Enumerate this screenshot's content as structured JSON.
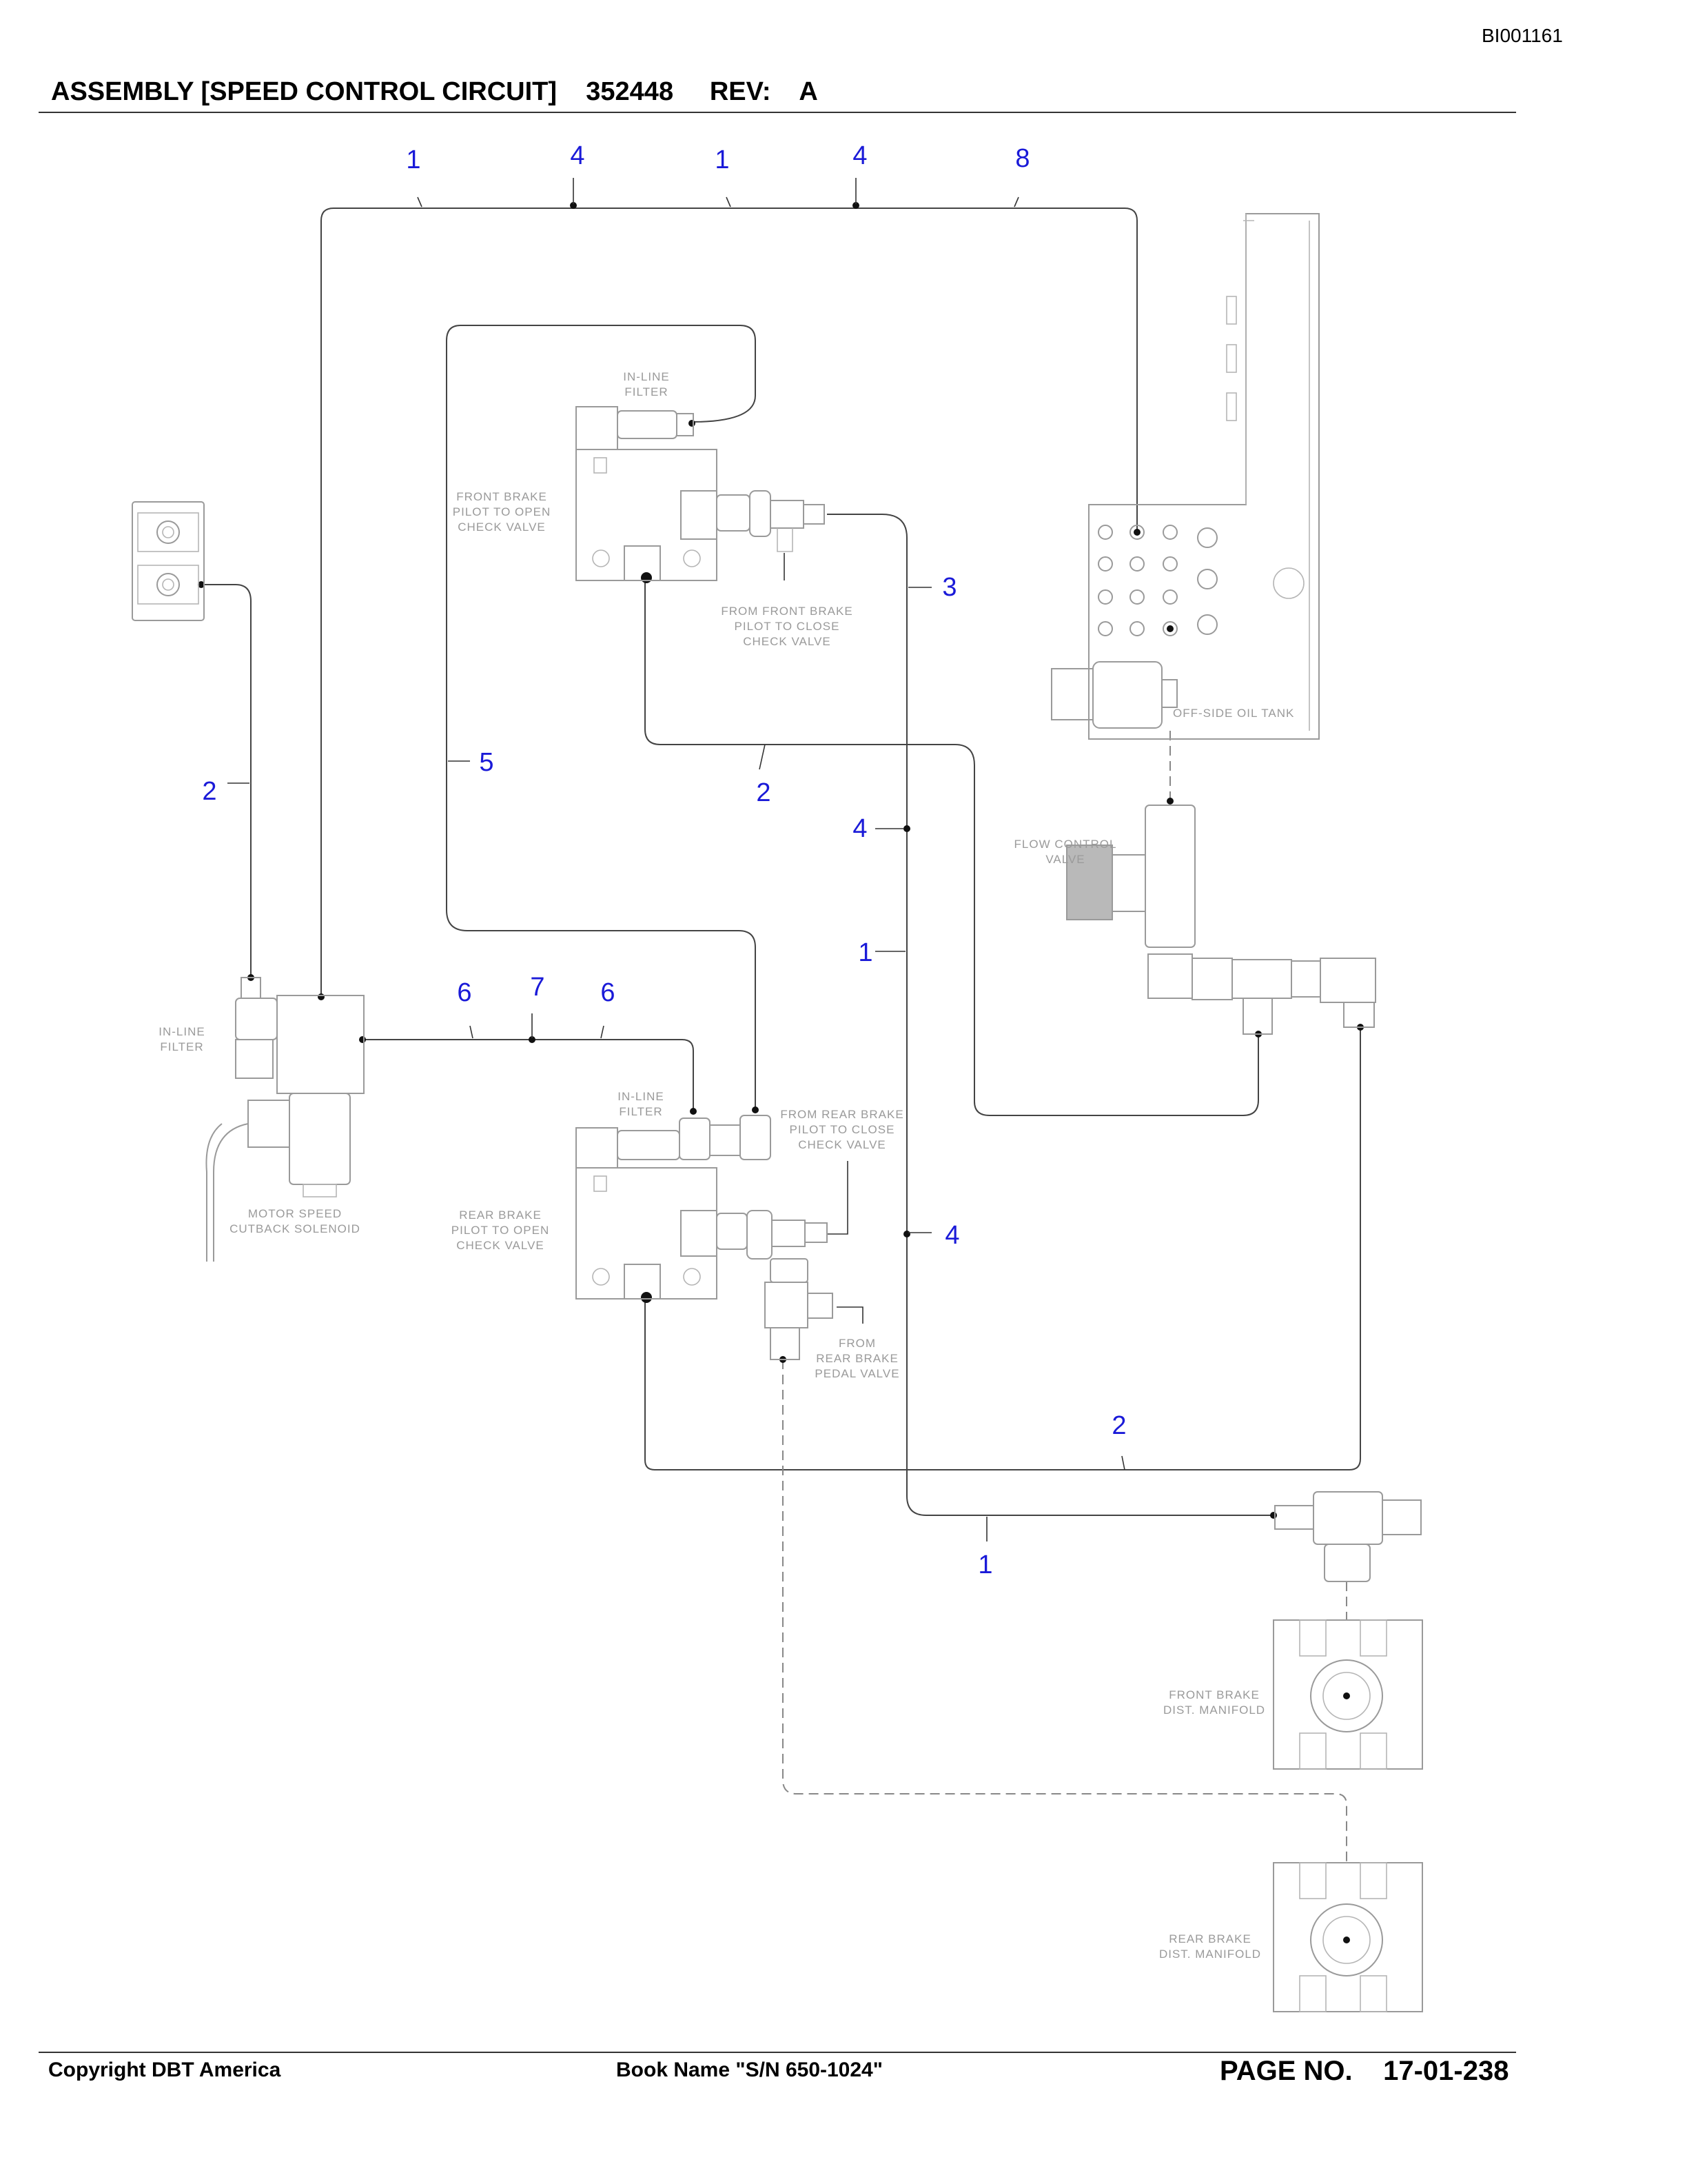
{
  "document_id": "BI001161",
  "title": "ASSEMBLY [SPEED CONTROL CIRCUIT]    352448     REV:    A",
  "footer": {
    "copyright": "Copyright DBT America",
    "book_name": "Book Name \"S/N 650-1024\"",
    "page_no": "PAGE NO.    17-01-238"
  },
  "component_labels": {
    "inline_filter_top": [
      "IN-LINE",
      "FILTER"
    ],
    "front_brake_open": [
      "FRONT BRAKE",
      "PILOT TO OPEN",
      "CHECK VALVE"
    ],
    "front_brake_close": [
      "FROM FRONT BRAKE",
      "PILOT TO CLOSE",
      "CHECK VALVE"
    ],
    "offside_tank": [
      "OFF-SIDE OIL TANK"
    ],
    "flow_control": [
      "FLOW CONTROL",
      "VALVE"
    ],
    "inline_filter_left": [
      "IN-LINE",
      "FILTER"
    ],
    "motor_solenoid": [
      "MOTOR SPEED",
      "CUTBACK SOLENOID"
    ],
    "inline_filter_mid": [
      "IN-LINE",
      "FILTER"
    ],
    "rear_brake_close": [
      "FROM REAR BRAKE",
      "PILOT TO CLOSE",
      "CHECK VALVE"
    ],
    "rear_brake_open": [
      "REAR BRAKE",
      "PILOT TO OPEN",
      "CHECK VALVE"
    ],
    "rear_pedal": [
      "FROM",
      "REAR BRAKE",
      "PEDAL VALVE"
    ],
    "front_manifold": [
      "FRONT BRAKE",
      "DIST. MANIFOLD"
    ],
    "rear_manifold": [
      "REAR BRAKE",
      "DIST. MANIFOLD"
    ]
  },
  "callouts": [
    "1",
    "4",
    "1",
    "4",
    "8",
    "3",
    "5",
    "2",
    "2",
    "4",
    "1",
    "6",
    "7",
    "6",
    "4",
    "2",
    "1"
  ]
}
